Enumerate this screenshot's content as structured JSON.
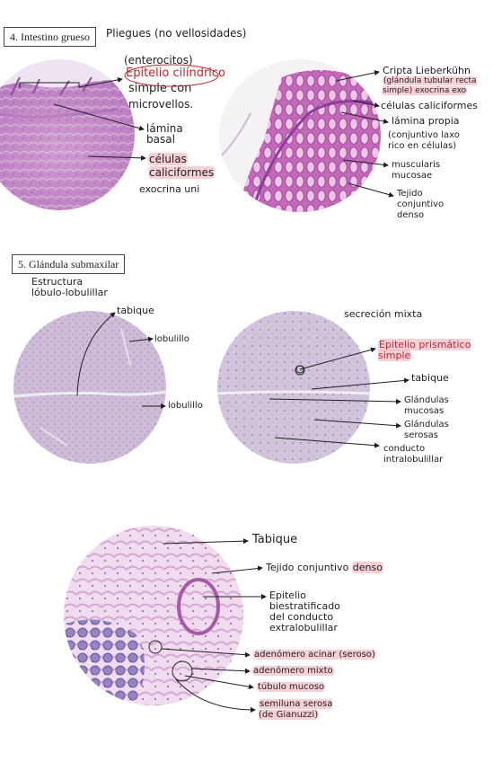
{
  "sections": [
    {
      "label": "4. Intestino grueso",
      "subtitle": "Pliegues (no vellosidades)"
    },
    {
      "label": "5. Glándula submaxilar"
    }
  ],
  "image1": {
    "label_enterocitos": "(enterocitos)",
    "label_epitelio": "Epitelio cilíndrico",
    "label_simple": "simple con",
    "label_microvellos": "microvellos.",
    "label_lamina": "lámina\nbasal",
    "label_celulas": "células",
    "label_caliciformes": "caliciformes",
    "label_exocrina": "exocrina uni"
  },
  "image2": {
    "label_cripta": "Cripta Lieberkühn",
    "label_glandula": "(glándula tubular recta\nsimple) exocrina exo",
    "label_caliciformes": "células caliciformes",
    "label_lamina_propia": "lámina propia",
    "label_conjuntivo": "(conjuntivo laxo\nrico en células)",
    "label_muscularis": "muscularis\nmucosae",
    "label_tejido": "Tejido\nconjuntivo\ndenso"
  },
  "image3": {
    "heading": "Estructura\nlóbulo-lobulillar",
    "label_tabique": "tabique",
    "label_lobulillo1": "lobulillo",
    "label_lobulillo2": "lobulillo"
  },
  "image4": {
    "heading": "secreción mixta",
    "label_epitelio": "Epitelio prismático\nsimple",
    "label_tabique": "tabique",
    "label_mucosas": "Glándulas\nmucosas",
    "label_serosas": "Glándulas\nserosas",
    "label_conducto": "conducto\nintralobulillar"
  },
  "image5": {
    "label_tabique": "Tabique",
    "label_tejido": "Tejido conjuntivo",
    "label_denso": "denso",
    "label_epitelio": "Epitelio\nbiestratificado\ndel conducto\nextralobulillar",
    "label_acinar": "adenómero acinar (seroso)",
    "label_mixto": "adenómero mixto",
    "label_tubulo": "túbulo mucoso",
    "label_semiluna": "semiluna serosa\n(de Gianuzzi)"
  },
  "colors": {
    "highlight": "#e2788c",
    "ink": "#1e1e1e",
    "red_ink": "#c0272d",
    "tissue_pink": "#c98ac8",
    "tissue_purple": "#9b72b8"
  }
}
